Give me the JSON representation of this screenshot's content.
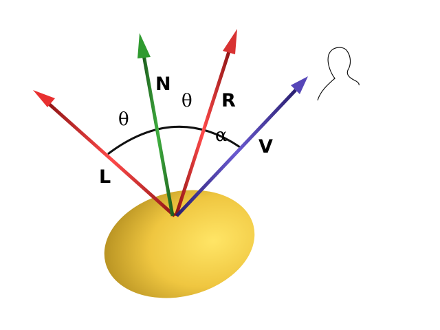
{
  "labels": {
    "normal": "N",
    "light": "L",
    "reflect": "R",
    "view": "V",
    "theta_left": "θ",
    "theta_right": "θ",
    "alpha": "α"
  },
  "colors": {
    "normal": "#2e8b2e",
    "light": "#e02a2a",
    "reflect": "#c82828",
    "view": "#4a3aa8",
    "surface": "#f2cc48",
    "arc": "#111111"
  },
  "icons": {
    "viewer": "person-head-icon",
    "surface": "ellipsoid-surface"
  }
}
